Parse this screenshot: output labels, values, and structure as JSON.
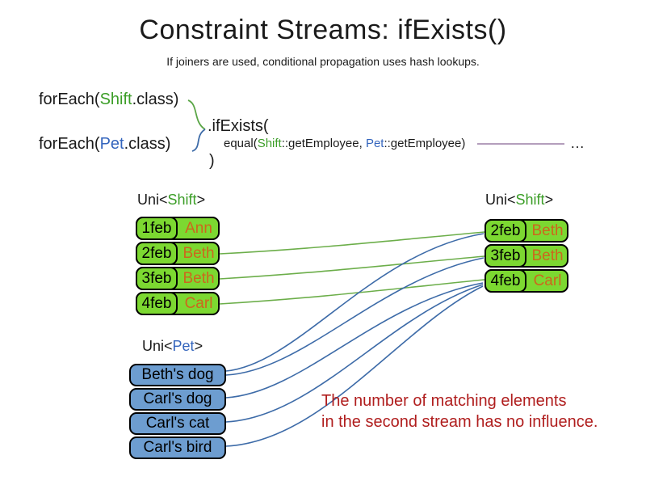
{
  "title": "Constraint Streams: ifExists()",
  "subtitle": "If joiners are used, conditional propagation uses hash lookups.",
  "code": {
    "foreach_shift": {
      "prefix": "forEach(",
      "class_name": "Shift",
      "suffix": ".class)"
    },
    "foreach_pet": {
      "prefix": "forEach(",
      "class_name": "Pet",
      "suffix": ".class)"
    },
    "if_exists_label": ".ifExists(",
    "equal_joiner": {
      "prefix": "equal(",
      "left_class": "Shift",
      "left_method": "::getEmployee, ",
      "right_class": "Pet",
      "right_method": "::getEmployee)"
    },
    "close_paren": ")",
    "ellipsis": "…"
  },
  "left_shift_table": {
    "label": {
      "prefix": "Uni<",
      "type": "Shift",
      "suffix": ">"
    },
    "rows": [
      {
        "date": "1feb",
        "employee": "Ann"
      },
      {
        "date": "2feb",
        "employee": "Beth"
      },
      {
        "date": "3feb",
        "employee": "Beth"
      },
      {
        "date": "4feb",
        "employee": "Carl"
      }
    ]
  },
  "right_shift_table": {
    "label": {
      "prefix": "Uni<",
      "type": "Shift",
      "suffix": ">"
    },
    "rows": [
      {
        "date": "2feb",
        "employee": "Beth"
      },
      {
        "date": "3feb",
        "employee": "Beth"
      },
      {
        "date": "4feb",
        "employee": "Carl"
      }
    ]
  },
  "pet_table": {
    "label": {
      "prefix": "Uni<",
      "type": "Pet",
      "suffix": ">"
    },
    "rows": [
      "Beth's dog",
      "Carl's dog",
      "Carl's cat",
      "Carl's bird"
    ]
  },
  "note": {
    "line1": "The number of matching elements",
    "line2": "in the second stream has no influence."
  },
  "colors": {
    "shift_box_fill": "#7CD831",
    "shift_class_text": "#3C9E28",
    "employee_text": "#CC671D",
    "pet_box_fill": "#6D9DD0",
    "pet_class_text": "#3465BD",
    "propagation_line_green": "#6CAE4A",
    "lookup_line_blue": "#3D6BA8",
    "joiner_continuation_purple": "#9B7FA6",
    "note_text_red": "#B01E1E"
  }
}
